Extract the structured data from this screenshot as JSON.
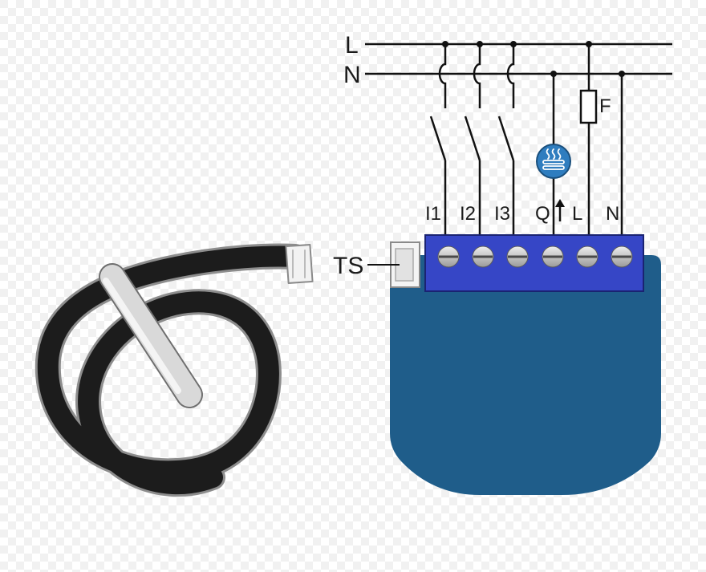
{
  "colors": {
    "background_light": "#ffffff",
    "background_checker": "#ececec",
    "wire": "#111111",
    "module_body": "#1f5d8a",
    "terminal_block": "#3646c6",
    "terminal_block_border": "#1a2372",
    "screw": "#c9c9c9",
    "sensor_cable": "#1c1c1c",
    "sensor_probe": "#d6d6d6",
    "heater_icon_fill": "#2f7dbf"
  },
  "supply_lines": {
    "line_label": "L",
    "neutral_label": "N"
  },
  "fuse": {
    "label": "F"
  },
  "terminals": [
    {
      "label": "I1"
    },
    {
      "label": "I2"
    },
    {
      "label": "I3"
    },
    {
      "label": "Q"
    },
    {
      "label": "L"
    },
    {
      "label": "N"
    }
  ],
  "sensor_connector": {
    "label": "TS"
  },
  "icons": {
    "heater": "heater-icon",
    "output_arrow": "arrow-up-icon"
  }
}
